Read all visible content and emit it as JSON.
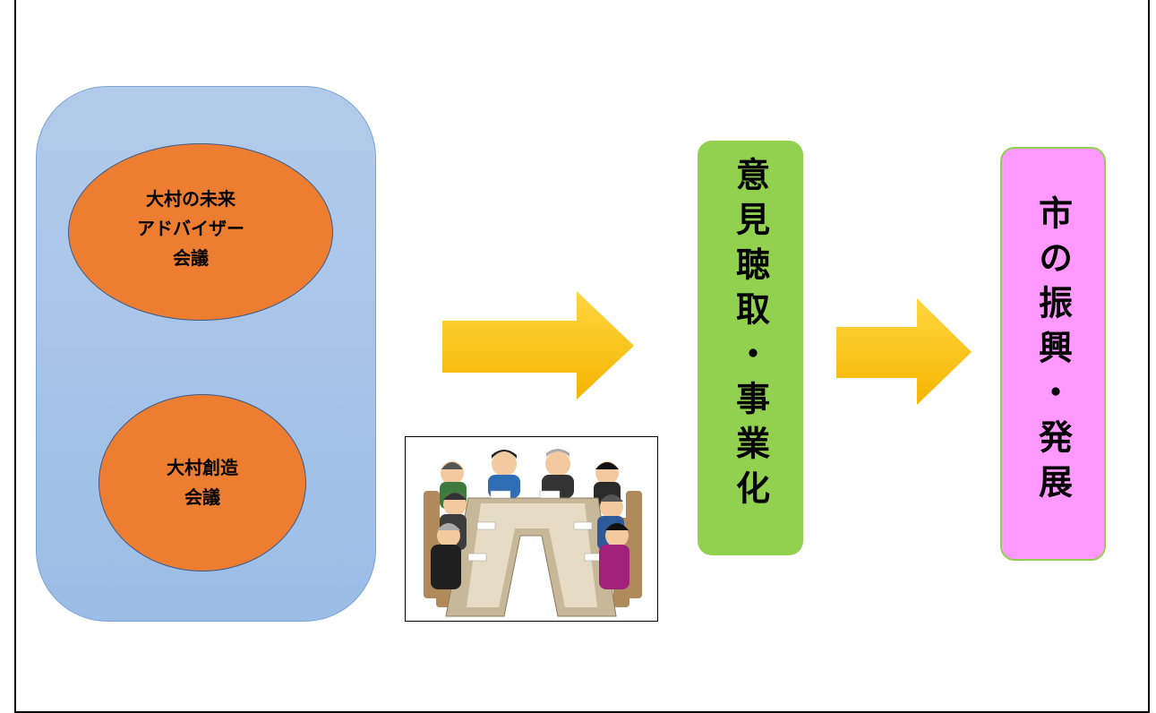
{
  "diagram": {
    "group_box": {
      "oval1_label": "大村の未来\nアドバイザー\n会議",
      "oval2_label": "大村創造\n会議"
    },
    "opinion_box_label": "意見聴取・事業化",
    "development_box_label": "市の振興・発展",
    "colors": {
      "group_box": "#9bbde6",
      "oval": "#ed7d31",
      "arrow": "#ffc000",
      "opinion_box": "#92d050",
      "development_box": "#ff99ff"
    },
    "icons": [
      "meeting-illustration",
      "arrow-right-icon"
    ]
  }
}
